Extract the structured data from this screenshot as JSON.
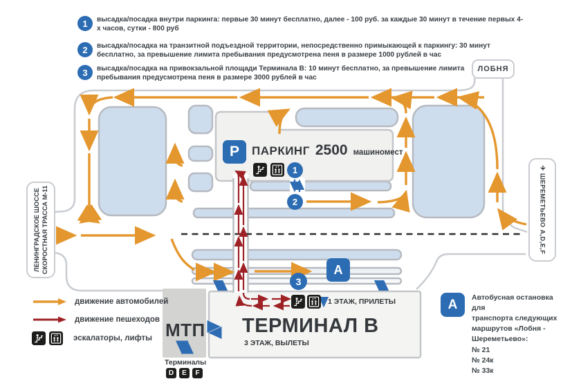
{
  "notes": [
    {
      "num": "1",
      "text": "высадка/посадка внутри паркинга: первые 30 минут бесплатно, далее - 100 руб. за каждые 30 минут в течение первых 4-х часов, сутки - 800 руб"
    },
    {
      "num": "2",
      "text": "высадка/посадка на транзитной подъездной территории, непосредственно примыкающей к паркингу: 30 минут бесплатно, за превышение лимита пребывания предусмотрена пеня в размере 1000 рублей в час"
    },
    {
      "num": "3",
      "text": "высадка/посадка на привокзальной площади Терминала В: 10 минут бесплатно, за превышение лимита пребывания предусмотрена пеня в размере 3000 рублей в час"
    }
  ],
  "labels": {
    "lobnya": "ЛОБНЯ",
    "highway_line1": "ЛЕНИНГРАДСКОЕ ШОССЕ",
    "highway_line2": "СКОРОСТНАЯ ТРАССА М-11",
    "plane_icon": "✈",
    "sheremetyevo": "ШЕРЕМЕТЬЕВО  A,D,E,F"
  },
  "parking": {
    "p_icon": "P",
    "title": "ПАРКИНГ",
    "capacity": "2500",
    "capacity_units": "машиномест",
    "point1": "1",
    "point2": "2"
  },
  "terminal": {
    "mtp": "МТП",
    "name": "ТЕРМИНАЛ В",
    "floor3": "3 ЭТАЖ, ВЫЛЕТЫ",
    "floor1": "1 ЭТАЖ, ПРИЛЕТЫ",
    "point3": "3",
    "terminals_label": "Терминалы",
    "terminals": [
      "D",
      "E",
      "F"
    ]
  },
  "bus_stop": {
    "map_badge": "А",
    "badge": "А",
    "text_lines": [
      "Автобусная остановка для",
      "транспорта следующих",
      "маршрутов «Лобня -",
      "Шереметьево»:"
    ],
    "routes": [
      "№ 21",
      "№ 24к",
      "№ 33к"
    ]
  },
  "legend": [
    {
      "label": "движение автомобилей"
    },
    {
      "label": "движение пешеходов"
    },
    {
      "label": "эскалаторы, лифты"
    }
  ],
  "colors": {
    "accent_blue": "#2b6cb3",
    "car_orange": "#e4972e",
    "pedestrian_red": "#9e2126",
    "zone_fill": "#cedded"
  }
}
